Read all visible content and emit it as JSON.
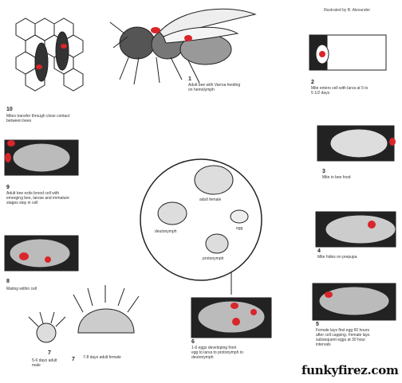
{
  "credit": "Illustrated by B. Alexander",
  "watermark": "funkyfirez.com",
  "stages": [
    {
      "num": "1",
      "text": "Adult bee with Varroa feeding on hemolymph"
    },
    {
      "num": "2",
      "text": "Mite enters cell with larva at 5 to 5 1/2 days"
    },
    {
      "num": "3",
      "text": "Mite in bee food"
    },
    {
      "num": "4",
      "text": "Mite hides on prepupa"
    },
    {
      "num": "5",
      "text": "Female lays first egg 60 hours after cell capping. Female lays subsequent eggs at 30 hour intervals"
    },
    {
      "num": "6",
      "text": "1-6 eggs developing from egg to larva to protonymph to deutonymph"
    },
    {
      "num": "7",
      "text": "7-8 days adult female"
    },
    {
      "num": "7",
      "text": "5-6 days adult male"
    },
    {
      "num": "8",
      "text": "Mating within cell"
    },
    {
      "num": "9",
      "text": "Adult bee exits brood cell with emerging bee, larvae and immature stages stay in cell"
    },
    {
      "num": "10",
      "text": "Mites transfer through close contact between bees"
    }
  ],
  "circle_labels": {
    "adult_female": "adult female",
    "deutonymph": "deutonymph",
    "egg": "egg",
    "protonymph": "protonymph"
  }
}
